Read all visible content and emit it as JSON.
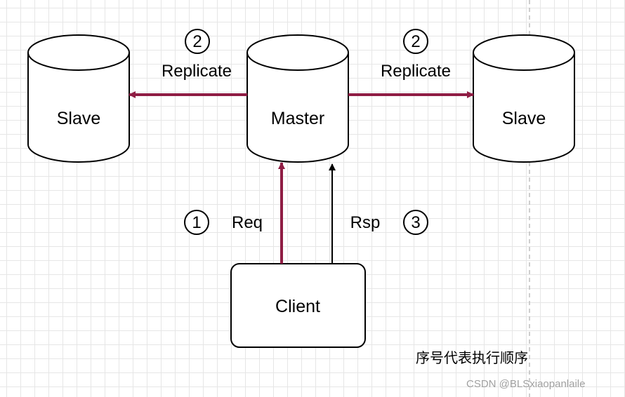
{
  "nodes": {
    "slave_left": {
      "label": "Slave"
    },
    "master": {
      "label": "Master"
    },
    "slave_right": {
      "label": "Slave"
    },
    "client": {
      "label": "Client"
    }
  },
  "edges": {
    "replicate_left": {
      "label": "Replicate",
      "step": "2"
    },
    "replicate_right": {
      "label": "Replicate",
      "step": "2"
    },
    "request": {
      "label": "Req",
      "step": "1"
    },
    "response": {
      "label": "Rsp",
      "step": "3"
    }
  },
  "note": "序号代表执行顺序",
  "watermark": "CSDN @BLSxiaopanlaile",
  "colors": {
    "accent_arrow": "#8f1d44",
    "response_arrow": "#000000",
    "grid": "#e6e6e6"
  }
}
